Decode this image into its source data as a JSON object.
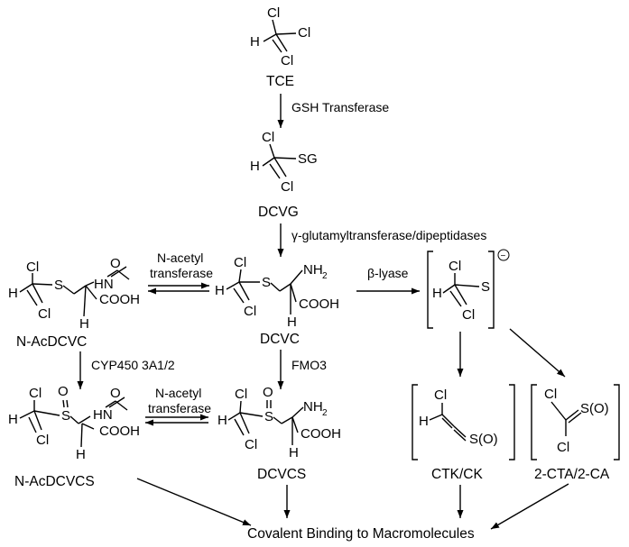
{
  "compounds": {
    "tce": "TCE",
    "dcvg": "DCVG",
    "dcvc": "DCVC",
    "nacdcvc": "N-AcDCVC",
    "dcvcs": "DCVCS",
    "nacdcvcs": "N-AcDCVCS",
    "ctk": "CTK/CK",
    "cta": "2-CTA/2-CA"
  },
  "enzymes": {
    "gst": "GSH Transferase",
    "ggt": "γ-glutamyltransferase/dipeptidases",
    "nat_line1": "N-acetyl",
    "nat_line2": "transferase",
    "nat2_line1": "N-acetyl",
    "nat2_line2": "transferase",
    "blyase": "β-lyase",
    "cyp": "CYP450 3A1/2",
    "fmo": "FMO3"
  },
  "outcome": "Covalent Binding to Macromolecules",
  "atoms": {
    "cl": "Cl",
    "h": "H",
    "s": "S",
    "sg": "SG",
    "nh": "NH",
    "nh_sub": "2",
    "hn": "HN",
    "o": "O",
    "cooh": "COOH",
    "so": "S(O)",
    "minus": "−"
  }
}
